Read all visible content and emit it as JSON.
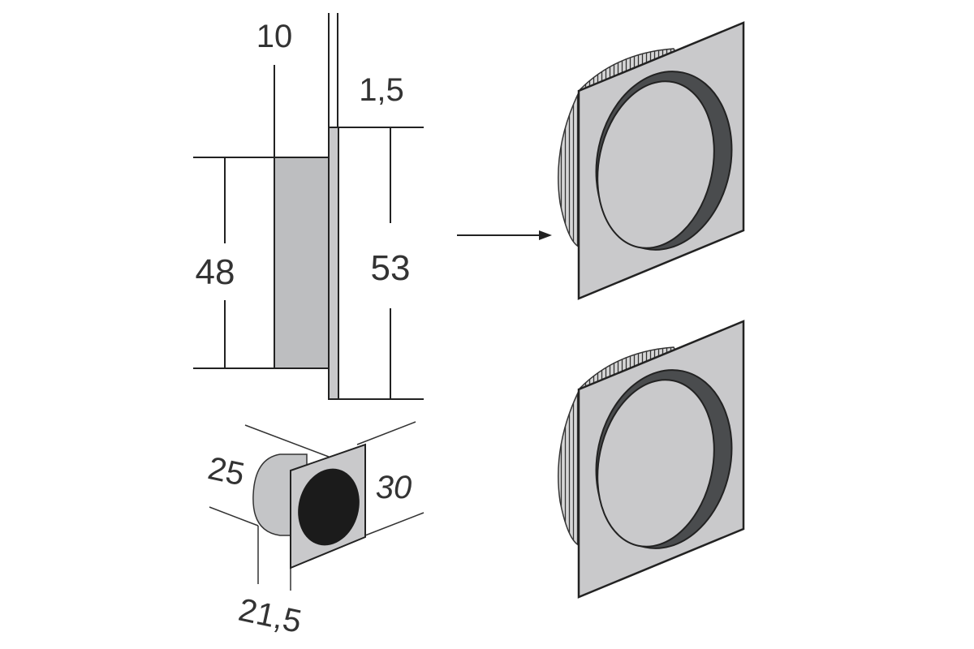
{
  "dimensions": {
    "depth_10": "10",
    "thickness_1_5": "1,5",
    "height_48": "48",
    "height_53": "53",
    "dia_25": "25",
    "size_30": "30",
    "depth_21_5": "21,5"
  },
  "colors": {
    "plate": "#c9c9cb",
    "body": "#bdbec0",
    "inner_shadow": "#4a4c4e",
    "cup_black": "#1b1b1b",
    "line": "#222222",
    "text": "#333333"
  }
}
